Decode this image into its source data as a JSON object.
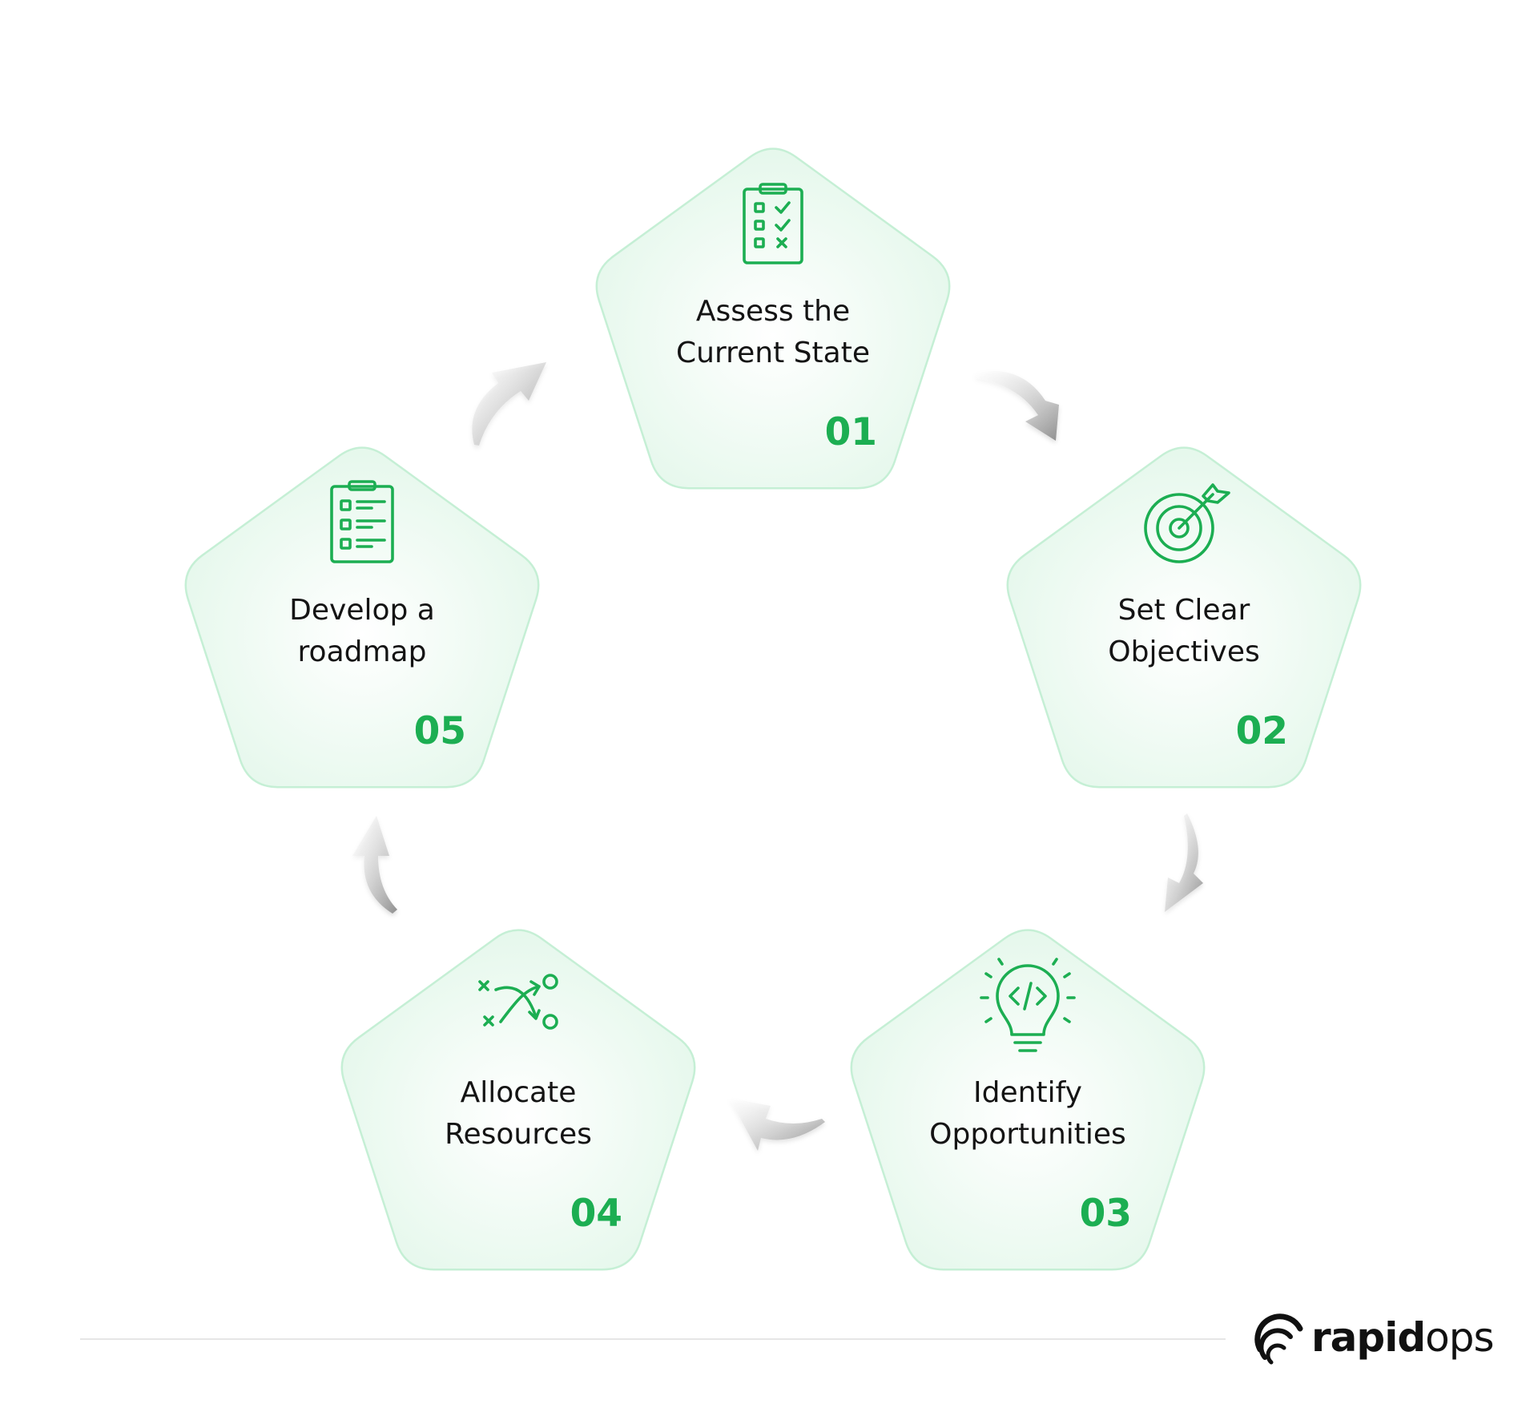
{
  "colors": {
    "accent": "#1cae52",
    "card_fill": "#eaf9ef",
    "card_border": "#c5efd5",
    "arrow": "#a9a9a9",
    "text": "#141414"
  },
  "steps": [
    {
      "number": "01",
      "title_line1": "Assess the",
      "title_line2": "Current State",
      "icon": "clipboard-checklist-icon"
    },
    {
      "number": "02",
      "title_line1": "Set Clear",
      "title_line2": "Objectives",
      "icon": "target-arrow-icon"
    },
    {
      "number": "03",
      "title_line1": "Identify",
      "title_line2": "Opportunities",
      "icon": "lightbulb-code-icon"
    },
    {
      "number": "04",
      "title_line1": "Allocate",
      "title_line2": "Resources",
      "icon": "strategy-play-icon"
    },
    {
      "number": "05",
      "title_line1": "Develop a",
      "title_line2": "roadmap",
      "icon": "roadmap-list-icon"
    }
  ],
  "logo": {
    "part1": "rapid",
    "part2": "ops",
    "icon": "rapidops-logo-icon"
  }
}
